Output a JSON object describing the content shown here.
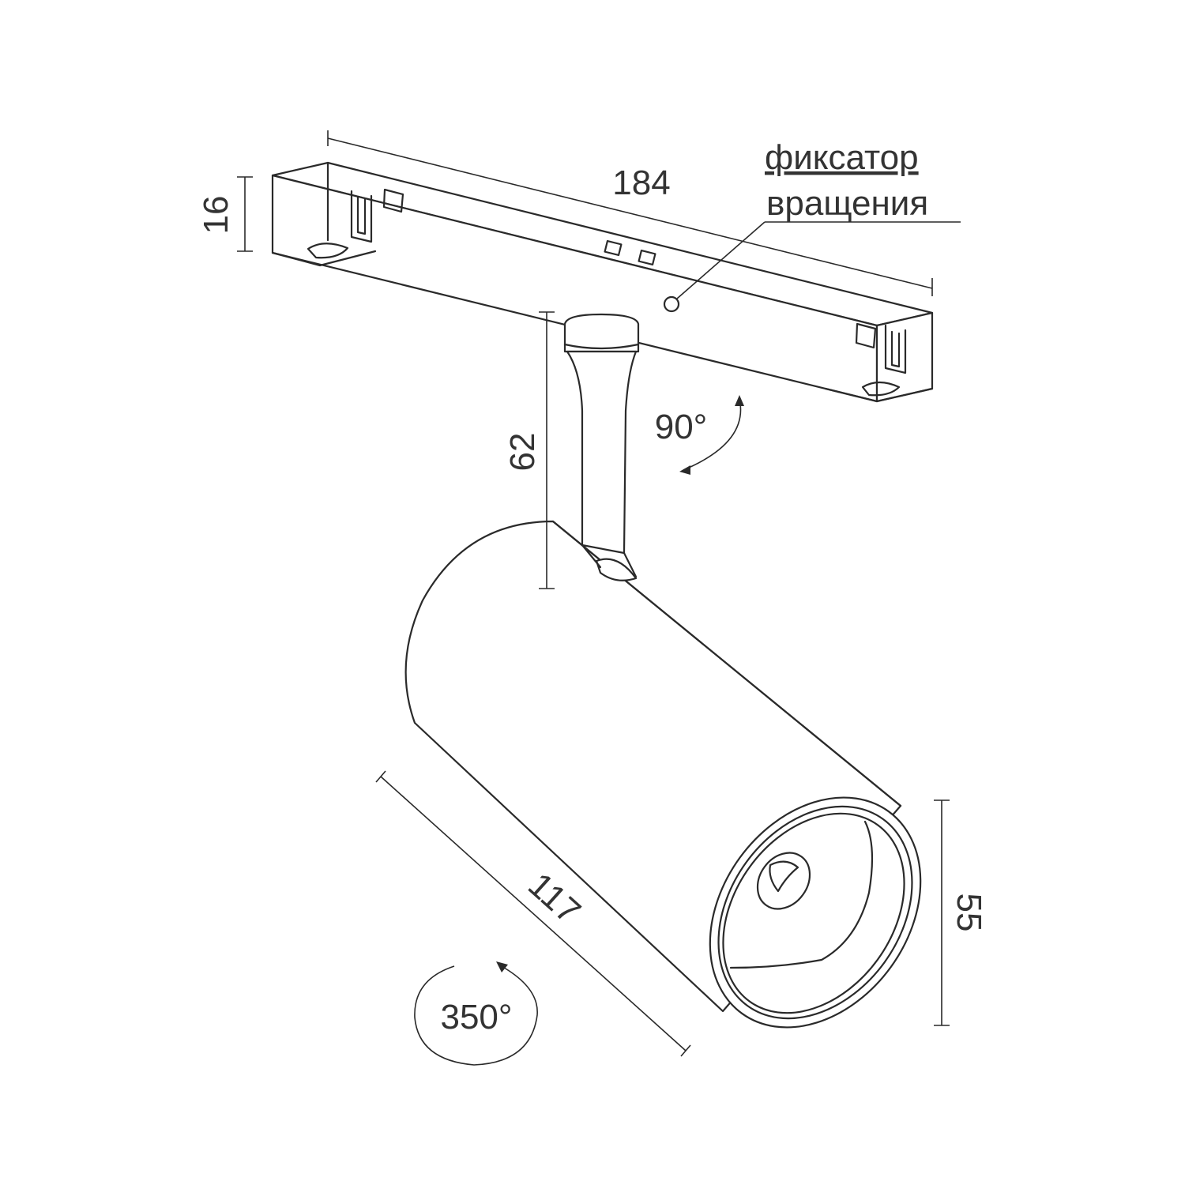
{
  "diagram": {
    "dimensions": {
      "track_length": "184",
      "track_height": "16",
      "stem_height": "62",
      "body_length": "117",
      "head_diameter": "55"
    },
    "angles": {
      "tilt": "90°",
      "rotation": "350°"
    },
    "callout": {
      "line1": "фиксатор",
      "line2": "вращения"
    },
    "colors": {
      "stroke": "#2a2a2a",
      "text": "#333333",
      "background": "#ffffff"
    }
  }
}
